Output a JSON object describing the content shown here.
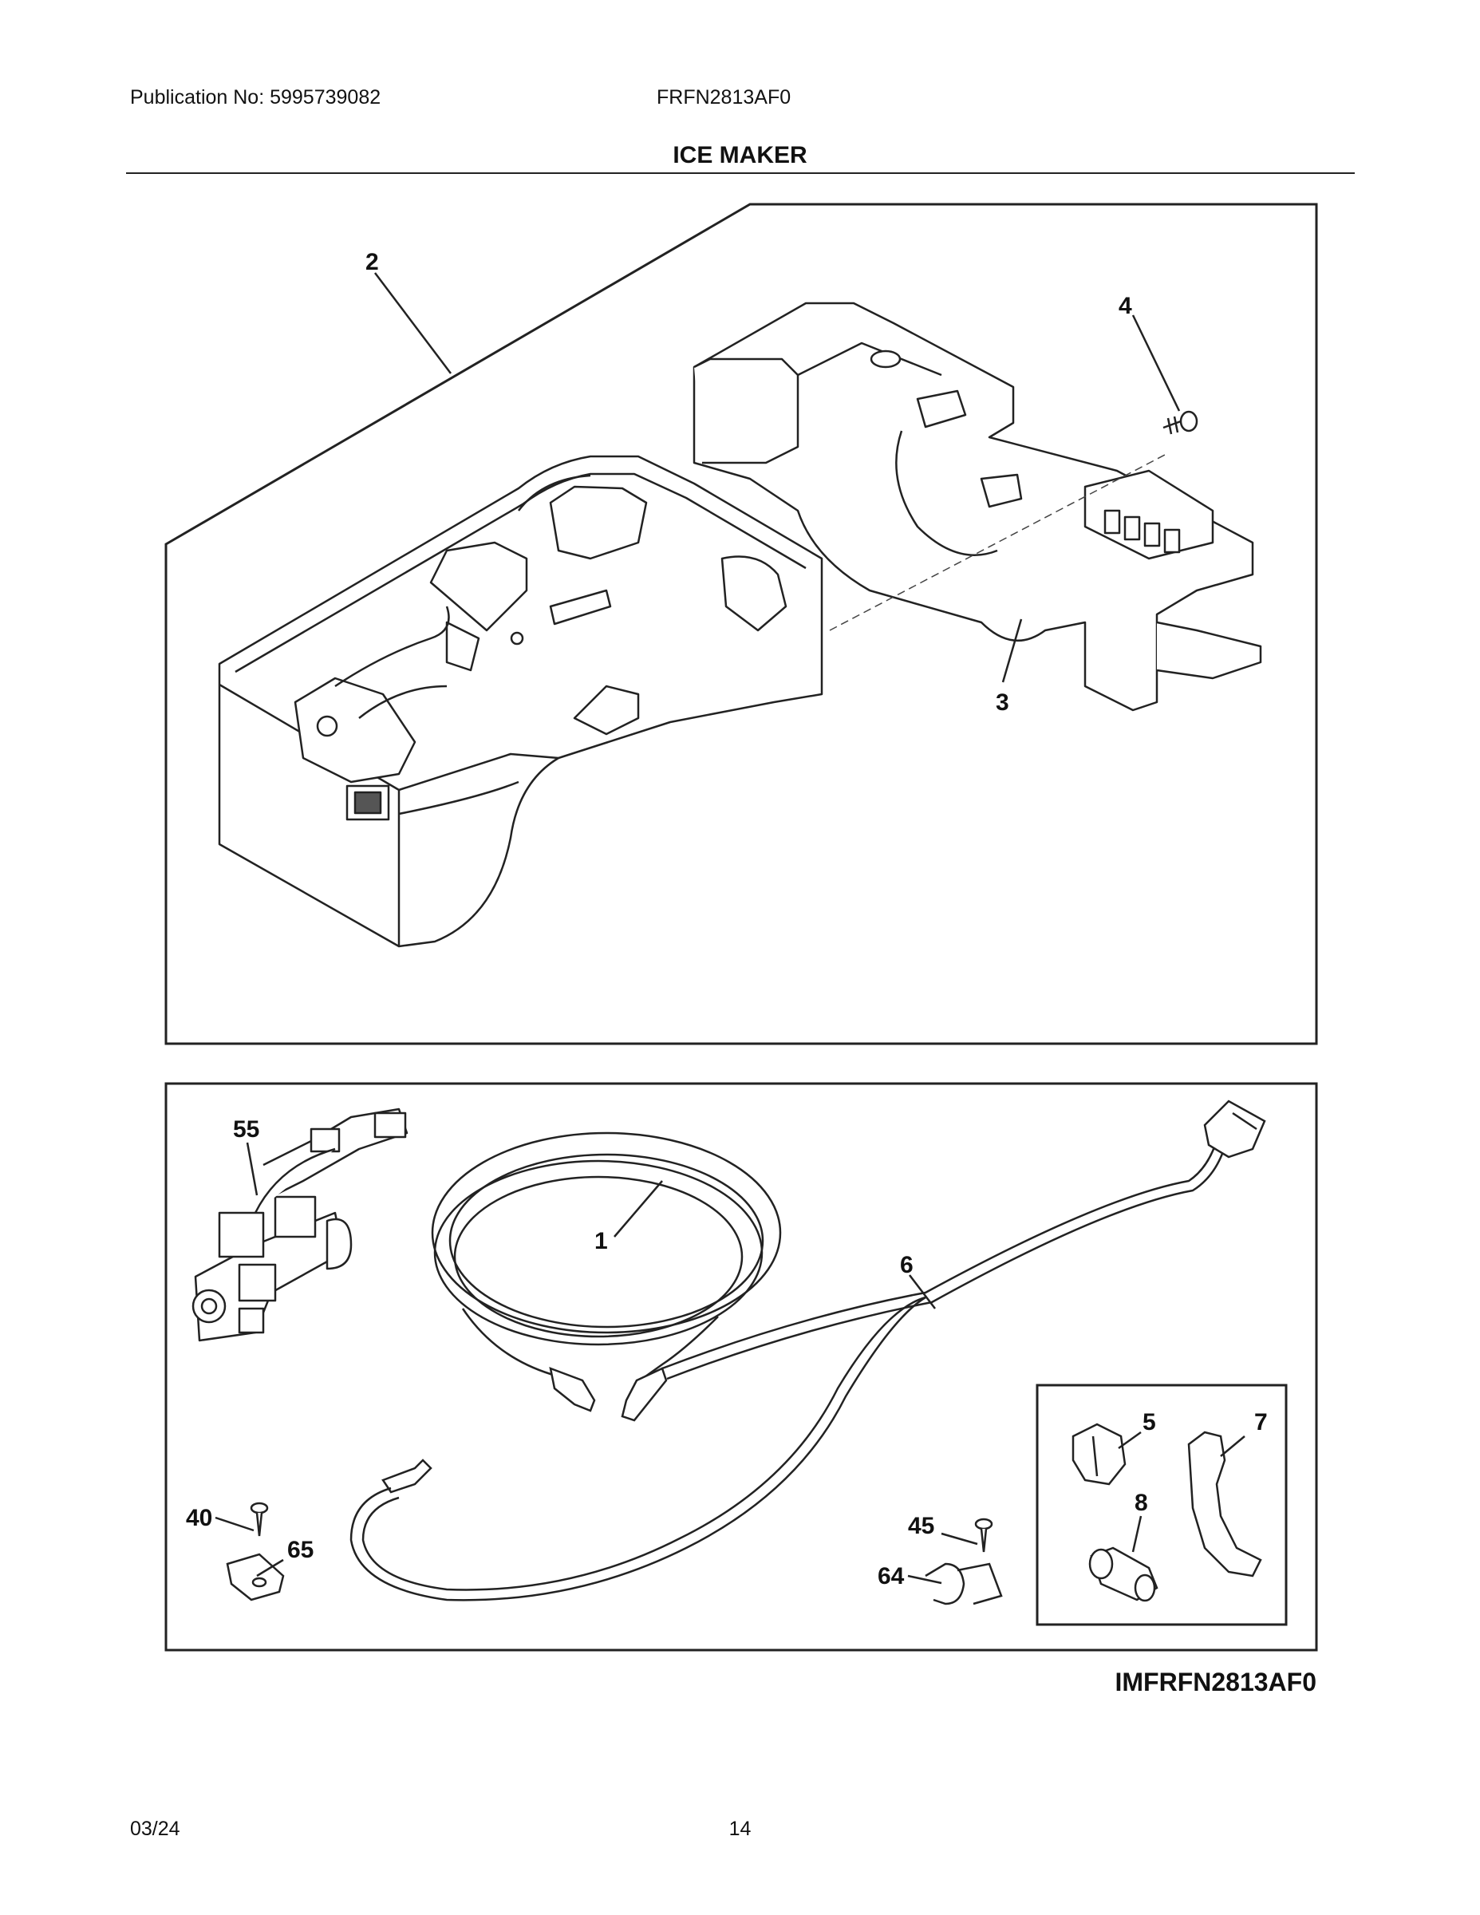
{
  "header": {
    "publication": "Publication No: 5995739082",
    "model": "FRFN2813AF0",
    "title": "ICE MAKER"
  },
  "callouts": {
    "c1": "1",
    "c2": "2",
    "c3": "3",
    "c4": "4",
    "c5": "5",
    "c6": "6",
    "c7": "7",
    "c8": "8",
    "c40": "40",
    "c45": "45",
    "c55": "55",
    "c64": "64",
    "c65": "65"
  },
  "figure_ref": "IMFRFN2813AF0",
  "footer": {
    "date": "03/24",
    "page": "14"
  }
}
